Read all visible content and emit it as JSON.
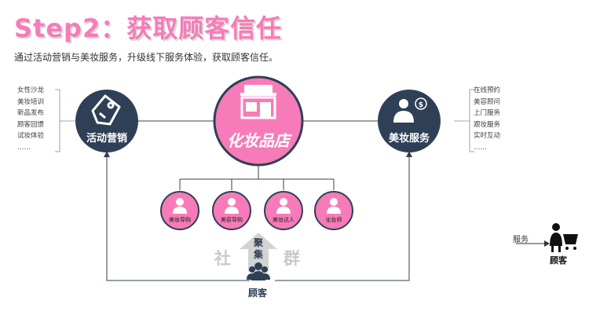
{
  "title": "Step2：获取顾客信任",
  "subtitle": "通过活动营销与美妆服务，升级线下服务体验，获取顾客信任。",
  "left_list": [
    "女性沙龙",
    "美妆培训",
    "新品发布",
    "顾客回馈",
    "试妆体验",
    "……"
  ],
  "right_list": [
    "在线预约",
    "美容顾问",
    "上门服务",
    "跟妆服务",
    "实时互动",
    "……"
  ],
  "center_node": "化妆品店",
  "left_node": "活动营销",
  "right_node": "美妆服务",
  "staff_nodes": [
    "美妆导购",
    "美容导购",
    "美妆达人",
    "化妆师"
  ],
  "arrow_text": "聚集",
  "side_chars": [
    "社",
    "群"
  ],
  "customer_label": "顾客",
  "partial_graphic": {
    "cut_text": "服务",
    "label": "顾客"
  },
  "colors": {
    "pink": "#f77bb8",
    "navy": "#2f4056",
    "line": "#2f4056",
    "grey": "#c9c9c9"
  }
}
